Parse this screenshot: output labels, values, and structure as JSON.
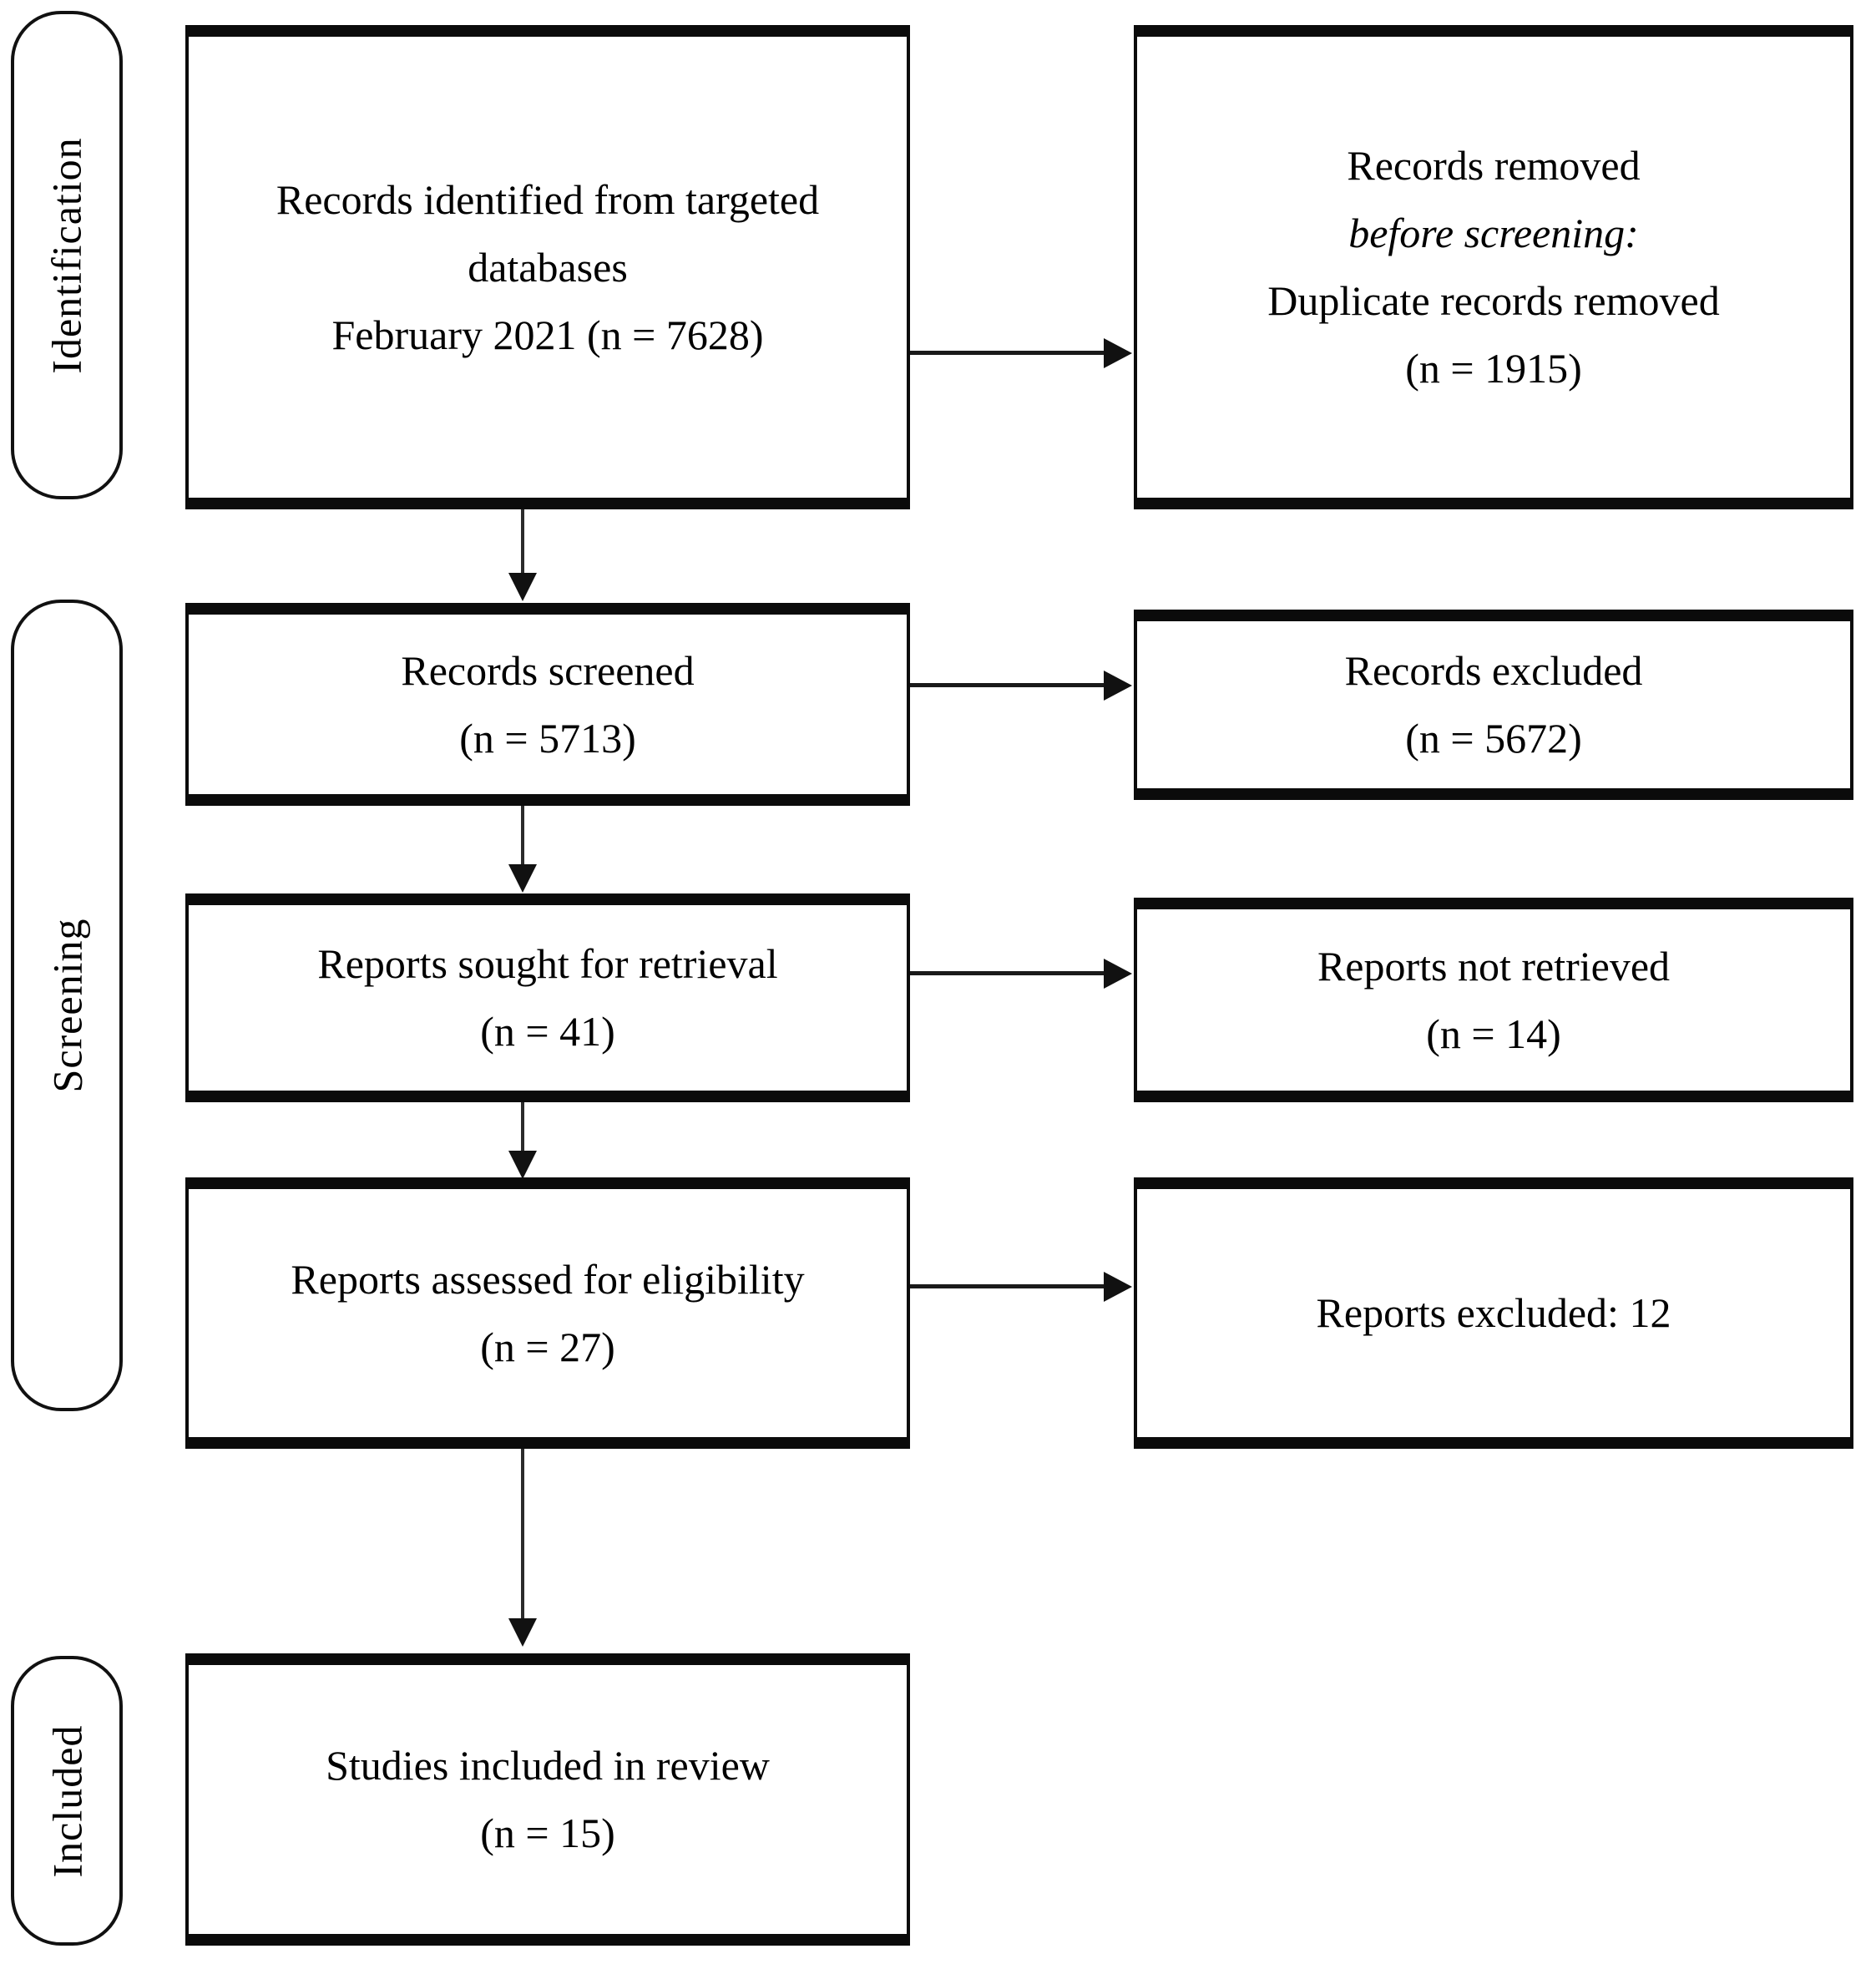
{
  "diagram": {
    "title": "PRISMA flow diagram",
    "stroke_color": "#111111",
    "box_fill": "#ffffff"
  },
  "phases": [
    {
      "id": "identification",
      "label": "Identification"
    },
    {
      "id": "screening",
      "label": "Screening"
    },
    {
      "id": "included",
      "label": "Included"
    }
  ],
  "nodes": {
    "records_identified": {
      "lines": [
        "Records identified from targeted",
        "databases",
        "February 2021 (n = 7628)"
      ]
    },
    "records_removed": {
      "lines": [
        "Records removed",
        "before screening:",
        "Duplicate records removed",
        "(n = 1915)"
      ],
      "italic_line_index": 1
    },
    "records_screened": {
      "lines": [
        "Records screened",
        "(n = 5713)"
      ]
    },
    "records_excluded": {
      "lines": [
        "Records excluded",
        "(n = 5672)"
      ]
    },
    "reports_sought": {
      "lines": [
        "Reports sought for retrieval",
        "(n = 41)"
      ]
    },
    "reports_not_retrieved": {
      "lines": [
        "Reports not retrieved",
        "(n = 14)"
      ]
    },
    "reports_assessed": {
      "lines": [
        "Reports assessed for eligibility",
        "(n = 27)"
      ]
    },
    "reports_excluded": {
      "lines": [
        "Reports excluded: 12"
      ]
    },
    "studies_included": {
      "lines": [
        "Studies included in review",
        "(n = 15)"
      ]
    }
  },
  "counts": {
    "identified": 7628,
    "duplicates_removed": 1915,
    "screened": 5713,
    "screened_excluded": 5672,
    "sought_for_retrieval": 41,
    "not_retrieved": 14,
    "assessed_for_eligibility": 27,
    "reports_excluded": 12,
    "included_studies": 15
  },
  "flows": [
    {
      "from": "records_identified",
      "to": "records_removed",
      "direction": "right"
    },
    {
      "from": "records_identified",
      "to": "records_screened",
      "direction": "down"
    },
    {
      "from": "records_screened",
      "to": "records_excluded",
      "direction": "right"
    },
    {
      "from": "records_screened",
      "to": "reports_sought",
      "direction": "down"
    },
    {
      "from": "reports_sought",
      "to": "reports_not_retrieved",
      "direction": "right"
    },
    {
      "from": "reports_sought",
      "to": "reports_assessed",
      "direction": "down"
    },
    {
      "from": "reports_assessed",
      "to": "reports_excluded",
      "direction": "right"
    },
    {
      "from": "reports_assessed",
      "to": "studies_included",
      "direction": "down"
    }
  ]
}
